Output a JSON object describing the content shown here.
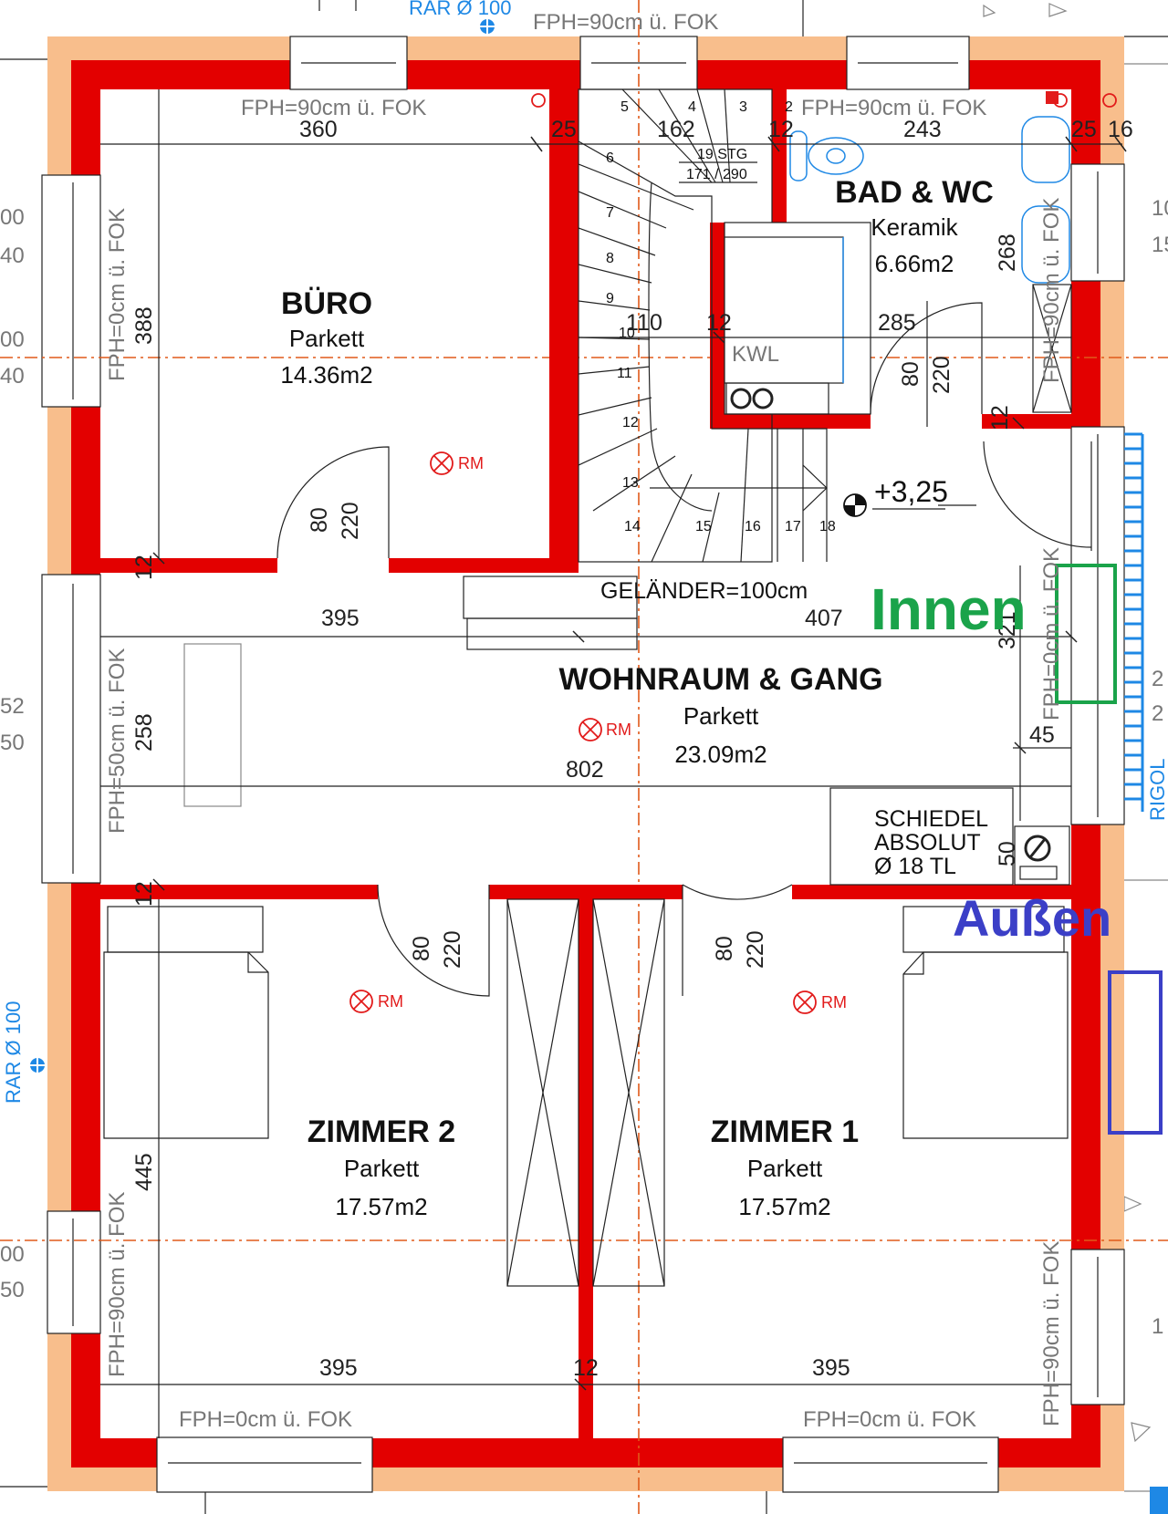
{
  "top_labels": {
    "rar": "RAR Ø 100",
    "fph_top": "FPH=90cm ü. FOK"
  },
  "rooms": {
    "buero": {
      "name": "BÜRO",
      "floor": "Parkett",
      "area": "14.36m2"
    },
    "bad": {
      "name": "BAD & WC",
      "floor": "Keramik",
      "area": "6.66m2"
    },
    "wohnraum": {
      "name": "WOHNRAUM & GANG",
      "floor": "Parkett",
      "area": "23.09m2"
    },
    "zimmer2": {
      "name": "ZIMMER 2",
      "floor": "Parkett",
      "area": "17.57m2"
    },
    "zimmer1": {
      "name": "ZIMMER 1",
      "floor": "Parkett",
      "area": "17.57m2"
    }
  },
  "fph": {
    "buero_top": "FPH=90cm ü. FOK",
    "bad_top": "FPH=90cm ü. FOK",
    "buero_left": "FPH=0cm ü. FOK",
    "wohn_left": "FPH=50cm ü. FOK",
    "zimmer2_left": "FPH=90cm ü. FOK",
    "zimmer2_bottom": "FPH=0cm ü. FOK",
    "zimmer1_bottom": "FPH=0cm ü. FOK",
    "zimmer1_right": "FPH=90cm ü. FOK",
    "bad_right": "FPH=90cm ü. FOK",
    "wohn_right": "FPH=0cm ü. FOK"
  },
  "dims": {
    "d360": "360",
    "d25a": "25",
    "d162": "162",
    "d12a": "12",
    "d243": "243",
    "d25b": "25",
    "d16": "16",
    "d388": "388",
    "d268": "268",
    "d110": "110",
    "d12b": "12",
    "d285": "285",
    "d12c": "12",
    "d12d": "12",
    "d395a": "395",
    "d407": "407",
    "d321": "321",
    "d258": "258",
    "d802": "802",
    "d45": "45",
    "d50": "50",
    "d12e": "12",
    "d445": "445",
    "d395b": "395",
    "d12f": "12",
    "d395c": "395",
    "door_w": "80",
    "door_h": "220"
  },
  "stair": {
    "label": "19 STG",
    "ratio": "171 / 290",
    "steps": [
      "2",
      "3",
      "4",
      "5",
      "6",
      "7",
      "8",
      "9",
      "10",
      "11",
      "12",
      "13",
      "14",
      "15",
      "16",
      "17",
      "18"
    ],
    "railing": "GELÄNDER=100cm",
    "level": "+3,25"
  },
  "kwl": "KWL",
  "rm": "RM",
  "chimney": {
    "line1": "SCHIEDEL",
    "line2": "ABSOLUT",
    "line3": "Ø 18 TL"
  },
  "annotations": {
    "innen": "Innen",
    "aussen": "Außen",
    "rigol": "RIGOL"
  },
  "colors": {
    "wall": "#e30000",
    "insulation": "#f8be8c",
    "innen": "#1aa34a",
    "aussen": "#3b3fc7",
    "blue": "#1e88e5"
  }
}
